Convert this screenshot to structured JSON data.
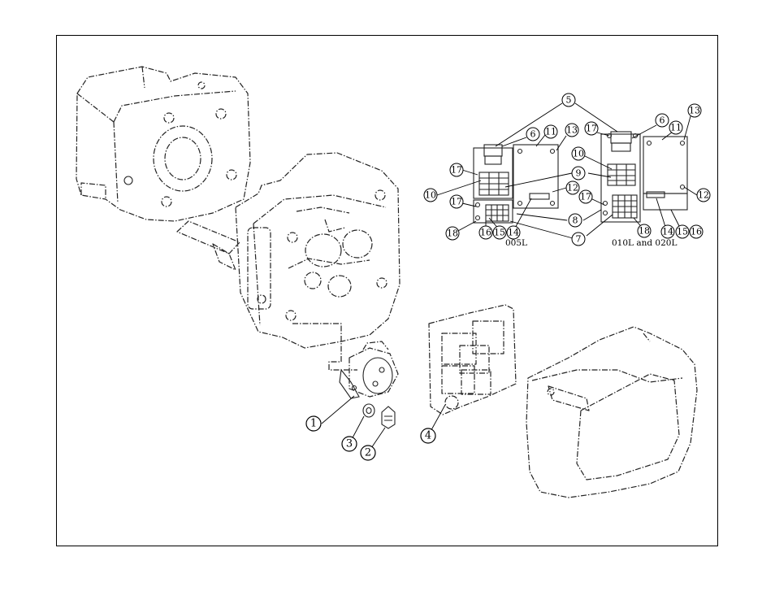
{
  "callouts": {
    "c1": "1",
    "c2": "2",
    "c3": "3",
    "c4": "4",
    "c5": "5",
    "c6": "6",
    "c7": "7",
    "c8": "8",
    "c9": "9",
    "c10": "10",
    "c11": "11",
    "c12": "12",
    "c13": "13",
    "c14": "14",
    "c15": "15",
    "c16": "16",
    "c17": "17",
    "c18": "18"
  },
  "captions": {
    "left_panel": "005L",
    "right_panel": "010L and 020L"
  }
}
